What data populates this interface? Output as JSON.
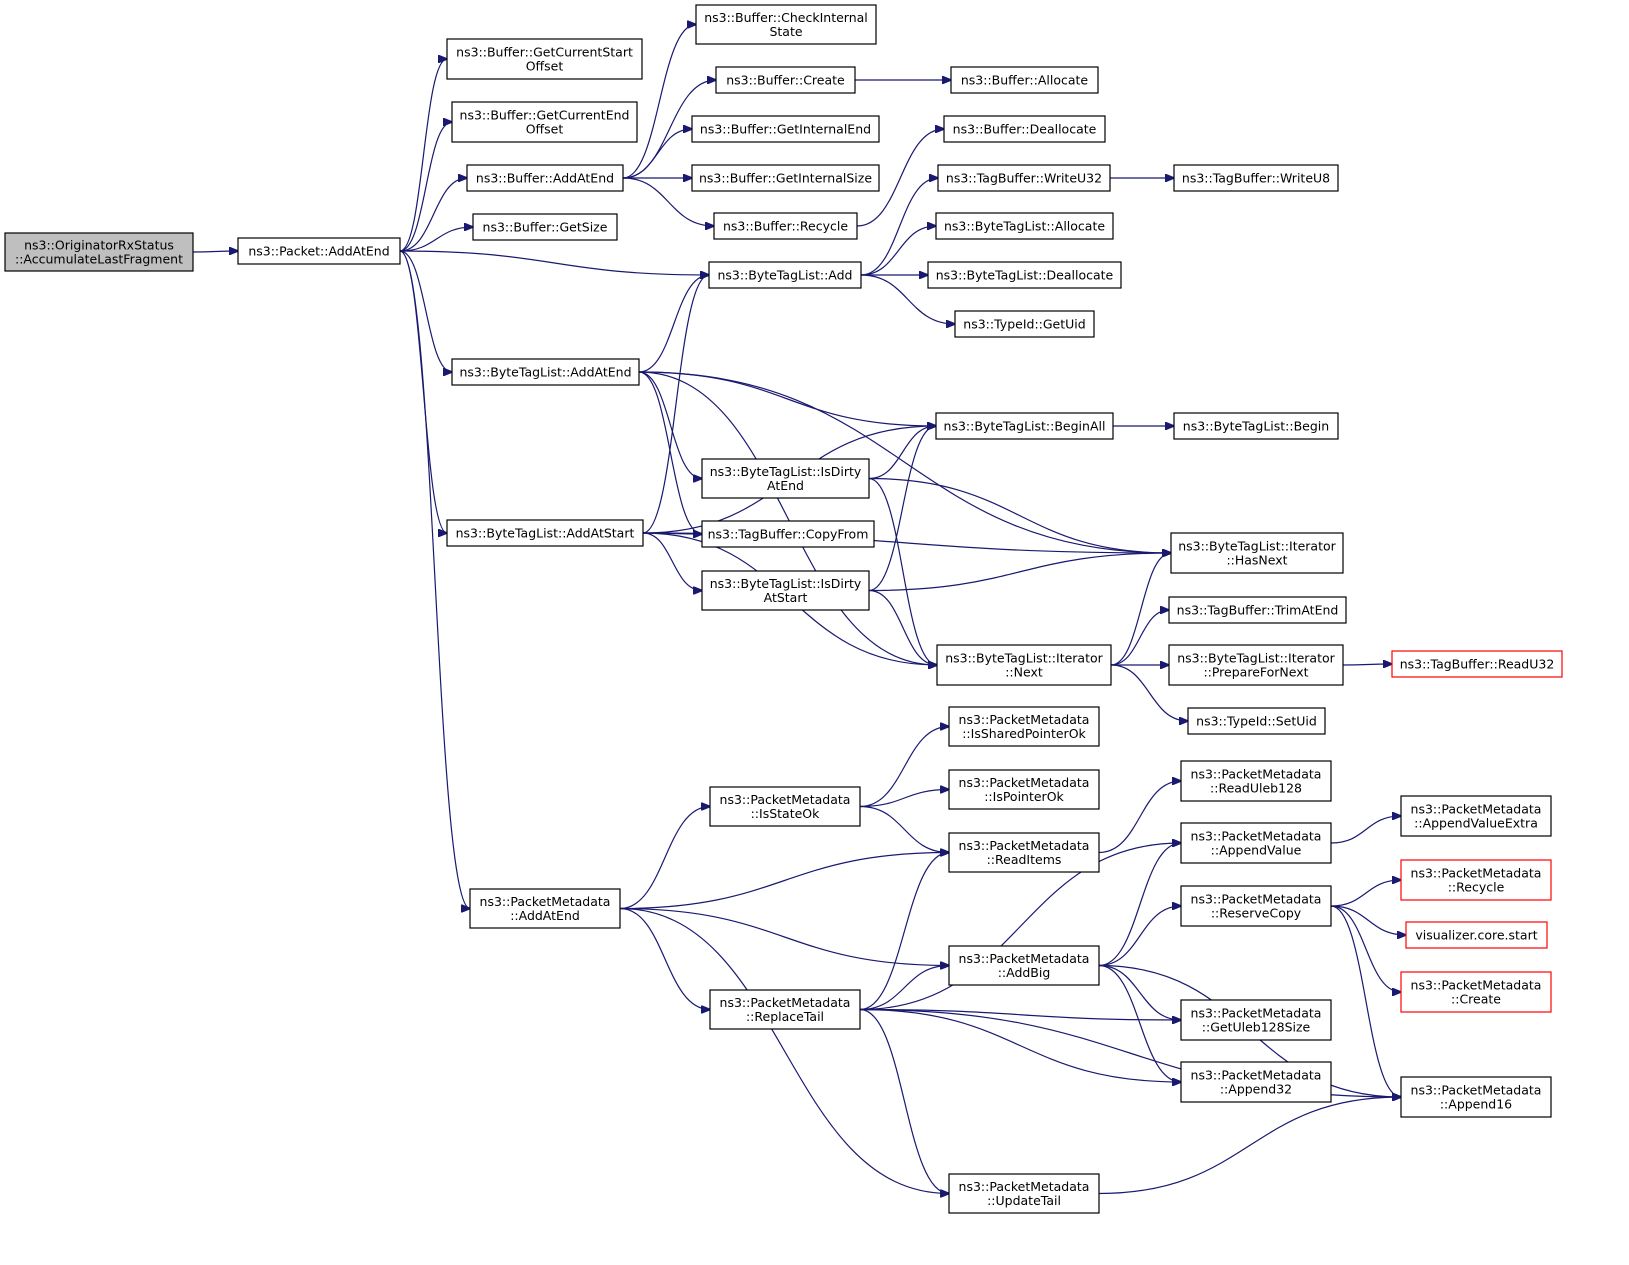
{
  "colors": {
    "edge": "#191970",
    "root_fill": "#bfbfbf",
    "node_fill": "#ffffff",
    "node_border": "#000000",
    "truncated_border": "#ff0000"
  },
  "nodes": [
    {
      "id": "root",
      "lines": [
        "ns3::OriginatorRxStatus",
        "::AccumulateLastFragment"
      ],
      "root": true
    },
    {
      "id": "packet_addatend",
      "lines": [
        "ns3::Packet::AddAtEnd"
      ]
    },
    {
      "id": "buf_getcurstart",
      "lines": [
        "ns3::Buffer::GetCurrentStart",
        "Offset"
      ]
    },
    {
      "id": "buf_getcurend",
      "lines": [
        "ns3::Buffer::GetCurrentEnd",
        "Offset"
      ]
    },
    {
      "id": "buf_addatend",
      "lines": [
        "ns3::Buffer::AddAtEnd"
      ]
    },
    {
      "id": "buf_getsize",
      "lines": [
        "ns3::Buffer::GetSize"
      ]
    },
    {
      "id": "btl_addatend",
      "lines": [
        "ns3::ByteTagList::AddAtEnd"
      ]
    },
    {
      "id": "btl_addatstart",
      "lines": [
        "ns3::ByteTagList::AddAtStart"
      ]
    },
    {
      "id": "pm_addatend",
      "lines": [
        "ns3::PacketMetadata",
        "::AddAtEnd"
      ]
    },
    {
      "id": "buf_checkinternal",
      "lines": [
        "ns3::Buffer::CheckInternal",
        "State"
      ]
    },
    {
      "id": "buf_create",
      "lines": [
        "ns3::Buffer::Create"
      ]
    },
    {
      "id": "buf_getinternalend",
      "lines": [
        "ns3::Buffer::GetInternalEnd"
      ]
    },
    {
      "id": "buf_getinternalsize",
      "lines": [
        "ns3::Buffer::GetInternalSize"
      ]
    },
    {
      "id": "buf_recycle",
      "lines": [
        "ns3::Buffer::Recycle"
      ]
    },
    {
      "id": "btl_add",
      "lines": [
        "ns3::ByteTagList::Add"
      ]
    },
    {
      "id": "btl_isdirtyatend",
      "lines": [
        "ns3::ByteTagList::IsDirty",
        "AtEnd"
      ]
    },
    {
      "id": "tagbuf_copyfrom",
      "lines": [
        "ns3::TagBuffer::CopyFrom"
      ]
    },
    {
      "id": "btl_isdirtyatstart",
      "lines": [
        "ns3::ByteTagList::IsDirty",
        "AtStart"
      ]
    },
    {
      "id": "pm_isstateok",
      "lines": [
        "ns3::PacketMetadata",
        "::IsStateOk"
      ]
    },
    {
      "id": "pm_replacetail",
      "lines": [
        "ns3::PacketMetadata",
        "::ReplaceTail"
      ]
    },
    {
      "id": "buf_allocate",
      "lines": [
        "ns3::Buffer::Allocate"
      ]
    },
    {
      "id": "buf_deallocate",
      "lines": [
        "ns3::Buffer::Deallocate"
      ]
    },
    {
      "id": "tagbuf_writeu32",
      "lines": [
        "ns3::TagBuffer::WriteU32"
      ]
    },
    {
      "id": "btl_allocate",
      "lines": [
        "ns3::ByteTagList::Allocate"
      ]
    },
    {
      "id": "btl_deallocate",
      "lines": [
        "ns3::ByteTagList::Deallocate"
      ]
    },
    {
      "id": "typeid_getuid",
      "lines": [
        "ns3::TypeId::GetUid"
      ]
    },
    {
      "id": "btl_beginall",
      "lines": [
        "ns3::ByteTagList::BeginAll"
      ]
    },
    {
      "id": "btli_next",
      "lines": [
        "ns3::ByteTagList::Iterator",
        "::Next"
      ]
    },
    {
      "id": "pm_issharedptrok",
      "lines": [
        "ns3::PacketMetadata",
        "::IsSharedPointerOk"
      ]
    },
    {
      "id": "pm_ispointerok",
      "lines": [
        "ns3::PacketMetadata",
        "::IsPointerOk"
      ]
    },
    {
      "id": "pm_readitems",
      "lines": [
        "ns3::PacketMetadata",
        "::ReadItems"
      ]
    },
    {
      "id": "pm_addbig",
      "lines": [
        "ns3::PacketMetadata",
        "::AddBig"
      ]
    },
    {
      "id": "pm_updatetail",
      "lines": [
        "ns3::PacketMetadata",
        "::UpdateTail"
      ]
    },
    {
      "id": "tagbuf_writeu8",
      "lines": [
        "ns3::TagBuffer::WriteU8"
      ]
    },
    {
      "id": "btl_begin",
      "lines": [
        "ns3::ByteTagList::Begin"
      ]
    },
    {
      "id": "btli_hasnext",
      "lines": [
        "ns3::ByteTagList::Iterator",
        "::HasNext"
      ]
    },
    {
      "id": "tagbuf_trimatend",
      "lines": [
        "ns3::TagBuffer::TrimAtEnd"
      ]
    },
    {
      "id": "btli_preparefornext",
      "lines": [
        "ns3::ByteTagList::Iterator",
        "::PrepareForNext"
      ]
    },
    {
      "id": "typeid_setuid",
      "lines": [
        "ns3::TypeId::SetUid"
      ]
    },
    {
      "id": "pm_readuleb128",
      "lines": [
        "ns3::PacketMetadata",
        "::ReadUleb128"
      ]
    },
    {
      "id": "pm_appendvalue",
      "lines": [
        "ns3::PacketMetadata",
        "::AppendValue"
      ]
    },
    {
      "id": "pm_reservecopy",
      "lines": [
        "ns3::PacketMetadata",
        "::ReserveCopy"
      ]
    },
    {
      "id": "pm_getuleb128size",
      "lines": [
        "ns3::PacketMetadata",
        "::GetUleb128Size"
      ]
    },
    {
      "id": "pm_append32",
      "lines": [
        "ns3::PacketMetadata",
        "::Append32"
      ]
    },
    {
      "id": "tagbuf_readu32",
      "lines": [
        "ns3::TagBuffer::ReadU32"
      ],
      "truncated": true
    },
    {
      "id": "pm_appendvalueextra",
      "lines": [
        "ns3::PacketMetadata",
        "::AppendValueExtra"
      ]
    },
    {
      "id": "pm_recycle",
      "lines": [
        "ns3::PacketMetadata",
        "::Recycle"
      ],
      "truncated": true
    },
    {
      "id": "viz_core_start",
      "lines": [
        "visualizer.core.start"
      ],
      "truncated": true
    },
    {
      "id": "pm_create",
      "lines": [
        "ns3::PacketMetadata",
        "::Create"
      ],
      "truncated": true
    },
    {
      "id": "pm_append16",
      "lines": [
        "ns3::PacketMetadata",
        "::Append16"
      ]
    }
  ],
  "edges": [
    [
      "root",
      "packet_addatend"
    ],
    [
      "packet_addatend",
      "buf_getcurstart"
    ],
    [
      "packet_addatend",
      "buf_getcurend"
    ],
    [
      "packet_addatend",
      "buf_addatend"
    ],
    [
      "packet_addatend",
      "buf_getsize"
    ],
    [
      "packet_addatend",
      "btl_add"
    ],
    [
      "packet_addatend",
      "btl_addatend"
    ],
    [
      "packet_addatend",
      "btl_addatstart"
    ],
    [
      "packet_addatend",
      "pm_addatend"
    ],
    [
      "buf_addatend",
      "buf_checkinternal"
    ],
    [
      "buf_addatend",
      "buf_create"
    ],
    [
      "buf_addatend",
      "buf_getinternalend"
    ],
    [
      "buf_addatend",
      "buf_getinternalsize"
    ],
    [
      "buf_addatend",
      "buf_recycle"
    ],
    [
      "buf_create",
      "buf_allocate"
    ],
    [
      "buf_recycle",
      "buf_deallocate"
    ],
    [
      "btl_add",
      "tagbuf_writeu32"
    ],
    [
      "btl_add",
      "btl_allocate"
    ],
    [
      "btl_add",
      "btl_deallocate"
    ],
    [
      "btl_add",
      "typeid_getuid"
    ],
    [
      "tagbuf_writeu32",
      "tagbuf_writeu8"
    ],
    [
      "btl_addatend",
      "btl_add"
    ],
    [
      "btl_addatend",
      "btl_beginall"
    ],
    [
      "btl_addatend",
      "btli_hasnext"
    ],
    [
      "btl_addatend",
      "btl_isdirtyatend"
    ],
    [
      "btl_addatend",
      "tagbuf_copyfrom"
    ],
    [
      "btl_addatend",
      "btli_next"
    ],
    [
      "btl_addatstart",
      "btl_add"
    ],
    [
      "btl_addatstart",
      "btl_beginall"
    ],
    [
      "btl_addatstart",
      "tagbuf_copyfrom"
    ],
    [
      "btl_addatstart",
      "btl_isdirtyatstart"
    ],
    [
      "btl_addatstart",
      "btli_hasnext"
    ],
    [
      "btl_addatstart",
      "btli_next"
    ],
    [
      "btl_isdirtyatend",
      "btl_beginall"
    ],
    [
      "btl_isdirtyatend",
      "btli_hasnext"
    ],
    [
      "btl_isdirtyatend",
      "btli_next"
    ],
    [
      "btl_isdirtyatstart",
      "btl_beginall"
    ],
    [
      "btl_isdirtyatstart",
      "btli_hasnext"
    ],
    [
      "btl_isdirtyatstart",
      "btli_next"
    ],
    [
      "btl_beginall",
      "btl_begin"
    ],
    [
      "btli_next",
      "btli_hasnext"
    ],
    [
      "btli_next",
      "tagbuf_trimatend"
    ],
    [
      "btli_next",
      "btli_preparefornext"
    ],
    [
      "btli_next",
      "typeid_setuid"
    ],
    [
      "btli_preparefornext",
      "tagbuf_readu32"
    ],
    [
      "pm_addatend",
      "pm_isstateok"
    ],
    [
      "pm_addatend",
      "pm_readitems"
    ],
    [
      "pm_addatend",
      "pm_addbig"
    ],
    [
      "pm_addatend",
      "pm_replacetail"
    ],
    [
      "pm_addatend",
      "pm_updatetail"
    ],
    [
      "pm_isstateok",
      "pm_issharedptrok"
    ],
    [
      "pm_isstateok",
      "pm_ispointerok"
    ],
    [
      "pm_isstateok",
      "pm_readitems"
    ],
    [
      "pm_readitems",
      "pm_readuleb128"
    ],
    [
      "pm_replacetail",
      "pm_readitems"
    ],
    [
      "pm_replacetail",
      "pm_appendvalue"
    ],
    [
      "pm_replacetail",
      "pm_addbig"
    ],
    [
      "pm_replacetail",
      "pm_getuleb128size"
    ],
    [
      "pm_replacetail",
      "pm_append32"
    ],
    [
      "pm_replacetail",
      "pm_append16"
    ],
    [
      "pm_replacetail",
      "pm_updatetail"
    ],
    [
      "pm_addbig",
      "pm_appendvalue"
    ],
    [
      "pm_addbig",
      "pm_reservecopy"
    ],
    [
      "pm_addbig",
      "pm_getuleb128size"
    ],
    [
      "pm_addbig",
      "pm_append32"
    ],
    [
      "pm_addbig",
      "pm_append16"
    ],
    [
      "pm_appendvalue",
      "pm_appendvalueextra"
    ],
    [
      "pm_reservecopy",
      "pm_recycle"
    ],
    [
      "pm_reservecopy",
      "viz_core_start"
    ],
    [
      "pm_reservecopy",
      "pm_create"
    ],
    [
      "pm_reservecopy",
      "pm_append16"
    ],
    [
      "pm_updatetail",
      "pm_append16"
    ]
  ]
}
